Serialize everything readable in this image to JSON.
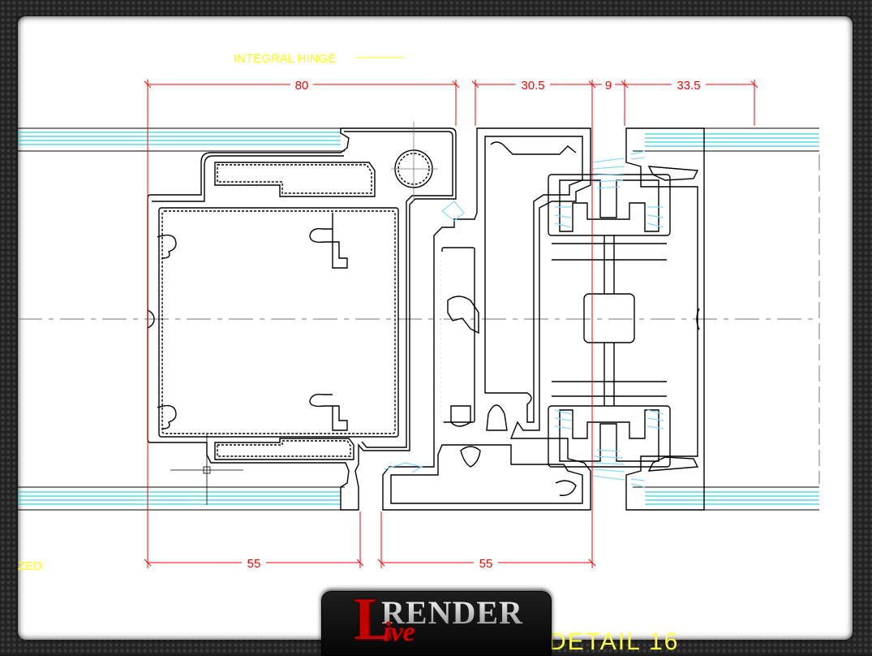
{
  "drawing": {
    "annotation_hinge": "INTEGRAL HINGE",
    "annotation_left": "ZED",
    "detail_label": "DETAIL 16",
    "dimensions": {
      "top_left": "80",
      "top_mid": "30.5",
      "top_small": "9",
      "top_right": "33.5",
      "bottom_left": "55",
      "bottom_right": "55"
    }
  },
  "logo": {
    "initial": "L",
    "word_top": "RENDER",
    "word_bottom": "ive"
  },
  "colors": {
    "dimension": "#ff0000",
    "annotation": "#ffff00",
    "glass": "#00c8dc",
    "gasket": "#88d8ff",
    "profile": "#000000"
  }
}
